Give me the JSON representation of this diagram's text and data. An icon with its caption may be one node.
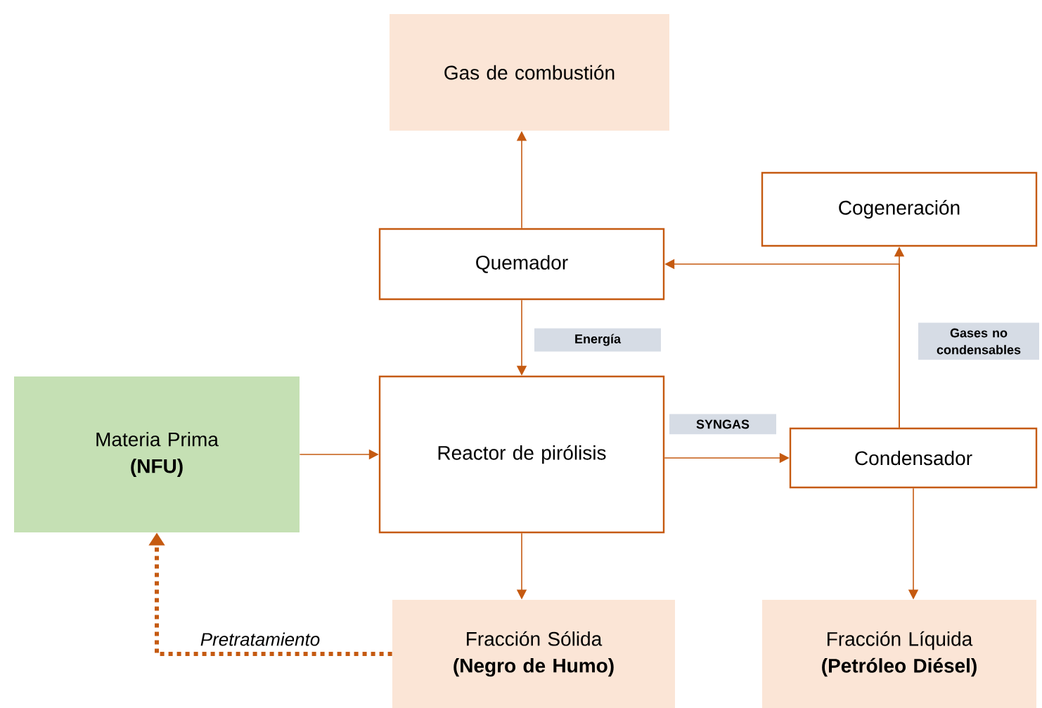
{
  "diagram": {
    "nodes": [
      {
        "text": [
          "Gas de combustión"
        ]
      },
      {
        "text": [
          "Cogeneración"
        ]
      },
      {
        "text": [
          "Quemador"
        ]
      },
      {
        "text": [
          "Materia Prima",
          "(NFU)"
        ]
      },
      {
        "text": [
          "Reactor de pirólisis"
        ]
      },
      {
        "text": [
          "Condensador"
        ]
      },
      {
        "text": [
          "Fracción Sólida",
          "(Negro de Humo)"
        ]
      },
      {
        "text": [
          "Fracción Líquida",
          "(Petróleo Diésel)"
        ]
      }
    ],
    "edges": [
      {
        "from": 2,
        "to": 0,
        "arrow": "to"
      },
      {
        "from": 5,
        "to": 1,
        "arrow": "to",
        "label": "Gases no condensables"
      },
      {
        "from": 5,
        "to": 2,
        "arrow": "to"
      },
      {
        "from": 2,
        "to": 4,
        "arrow": "to",
        "label": "Energía"
      },
      {
        "from": 3,
        "to": 4,
        "arrow": "to"
      },
      {
        "from": 4,
        "to": 5,
        "arrow": "to",
        "label": "SYNGAS"
      },
      {
        "from": 4,
        "to": 6,
        "arrow": "to"
      },
      {
        "from": 5,
        "to": 7,
        "arrow": "to"
      },
      {
        "from": 6,
        "to": 3,
        "arrow": "to",
        "label": "Pretratamiento",
        "style": "dashed"
      }
    ]
  }
}
